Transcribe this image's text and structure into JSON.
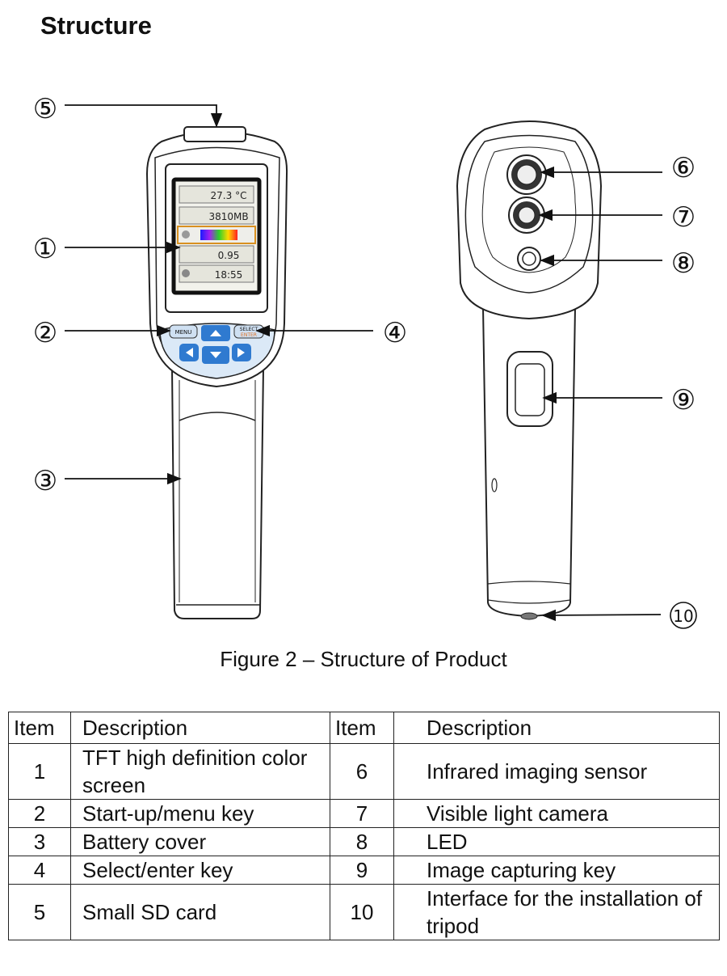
{
  "page": {
    "heading": "Structure",
    "caption": "Figure 2 – Structure of Product"
  },
  "callouts": {
    "n1": "①",
    "n2": "②",
    "n3": "③",
    "n4": "④",
    "n5": "⑤",
    "n6": "⑥",
    "n7": "⑦",
    "n8": "⑧",
    "n9": "⑨",
    "n10": "10"
  },
  "device_screen": {
    "temperature": "27.3 °C",
    "storage": "3810MB",
    "emissivity": "0.95",
    "time": "18:55",
    "menu_key": "MENU",
    "select_key_top": "SELECT",
    "select_key_bottom": "ENTER"
  },
  "table": {
    "headers": [
      "Item",
      "Description",
      "Item",
      "Description"
    ],
    "rows": [
      {
        "item_a": "1",
        "desc_a": "TFT high definition color screen",
        "item_b": "6",
        "desc_b": "Infrared imaging sensor"
      },
      {
        "item_a": "2",
        "desc_a": "Start-up/menu key",
        "item_b": "7",
        "desc_b": "Visible light camera"
      },
      {
        "item_a": "3",
        "desc_a": "Battery cover",
        "item_b": "8",
        "desc_b": "LED"
      },
      {
        "item_a": "4",
        "desc_a": "Select/enter key",
        "item_b": "9",
        "desc_b": "Image capturing key"
      },
      {
        "item_a": "5",
        "desc_a": "Small SD card",
        "item_b": "10",
        "desc_b": "Interface for the installation of tripod"
      }
    ]
  }
}
